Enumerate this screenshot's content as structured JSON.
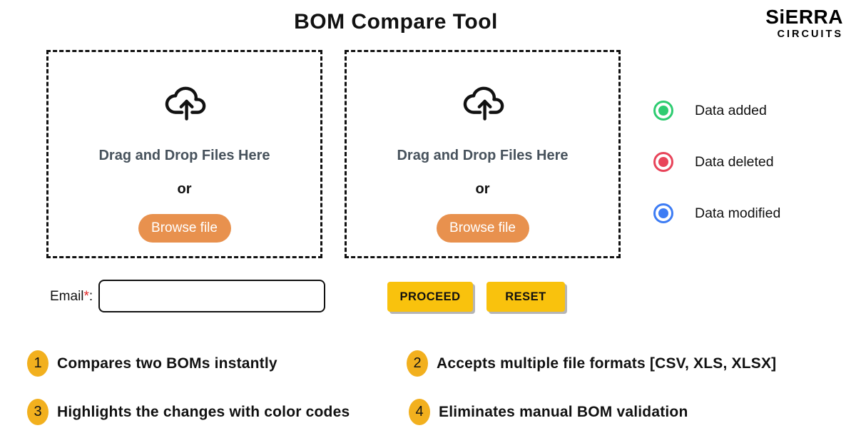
{
  "title": "BOM Compare Tool",
  "logo": {
    "primary": "SiERRA",
    "secondary": "CIRCUITS"
  },
  "dropzones": [
    {
      "instruction": "Drag and Drop Files Here",
      "separator": "or",
      "browse_label": "Browse file"
    },
    {
      "instruction": "Drag and Drop Files Here",
      "separator": "or",
      "browse_label": "Browse file"
    }
  ],
  "legend": {
    "items": [
      {
        "label": "Data added",
        "color": "#2ecc71"
      },
      {
        "label": "Data deleted",
        "color": "#e8445a"
      },
      {
        "label": "Data modified",
        "color": "#3d7cf4"
      }
    ]
  },
  "form": {
    "email_label": "Email",
    "required_marker": "*",
    "label_suffix": ":",
    "email_value": "",
    "proceed_label": "PROCEED",
    "reset_label": "RESET"
  },
  "features": [
    {
      "number": "1",
      "text": "Compares two BOMs instantly"
    },
    {
      "number": "2",
      "text": "Accepts multiple file formats [CSV, XLS, XLSX]"
    },
    {
      "number": "3",
      "text": "Highlights the changes with color codes"
    },
    {
      "number": "4",
      "text": "Eliminates manual BOM validation"
    }
  ],
  "colors": {
    "browse_button": "#e8914e",
    "action_button": "#f9c20d",
    "feature_badge": "#f2b01e",
    "instruction_text": "#47525c",
    "added": "#2ecc71",
    "deleted": "#e8445a",
    "modified": "#3d7cf4"
  }
}
